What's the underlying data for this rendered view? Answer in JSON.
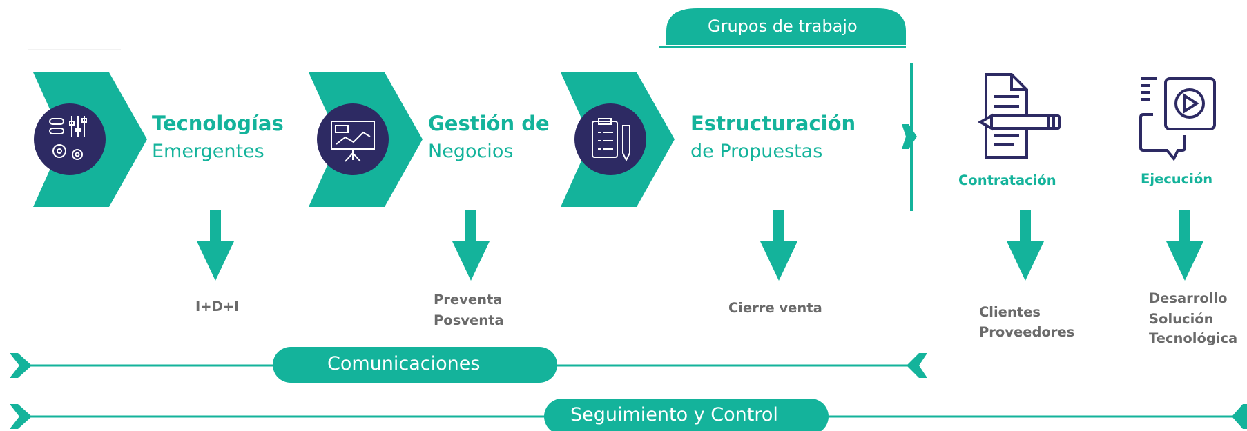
{
  "header_tab": {
    "label": "Grupos de trabajo"
  },
  "stages": [
    {
      "title": "Tecnologías",
      "subtitle": "Emergentes",
      "icon": "gears-sliders-icon",
      "output": [
        "I+D+I"
      ]
    },
    {
      "title": "Gestión de",
      "subtitle": "Negocios",
      "icon": "presentation-board-icon",
      "output": [
        "Preventa",
        "Posventa"
      ]
    },
    {
      "title": "Estructuración",
      "subtitle": "de Propuestas",
      "icon": "document-pen-icon",
      "output": [
        "Cierre venta"
      ]
    }
  ],
  "phases": [
    {
      "title": "Contratación",
      "icon": "contract-document-icon",
      "output": [
        "Clientes",
        "Proveedores"
      ]
    },
    {
      "title": "Ejecución",
      "icon": "video-chat-icon",
      "output": [
        "Desarrollo",
        "Solución",
        "Tecnológica"
      ]
    }
  ],
  "bars": {
    "communications": "Comunicaciones",
    "tracking": "Seguimiento y Control"
  },
  "colors": {
    "teal": "#14b39b",
    "navy": "#2d2a63",
    "gray_text": "#6a6a6a"
  }
}
